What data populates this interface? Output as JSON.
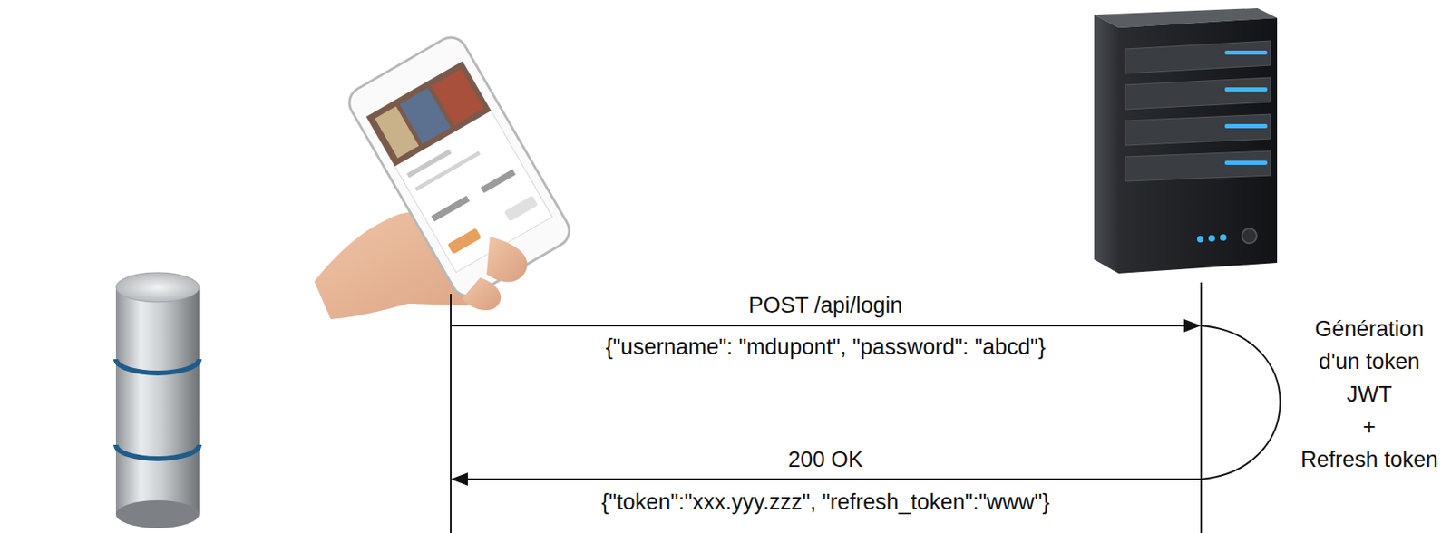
{
  "diagram": {
    "labels": [
      "POST /api/login",
      "{\"username\": \"mdupont\", \"password\": \"abcd\"}",
      "200 OK",
      "{\"token\":\"xxx.yyy.zzz\", \"refresh_token\":\"www\"}",
      "Génération d'un token JWT + Refresh token"
    ]
  }
}
